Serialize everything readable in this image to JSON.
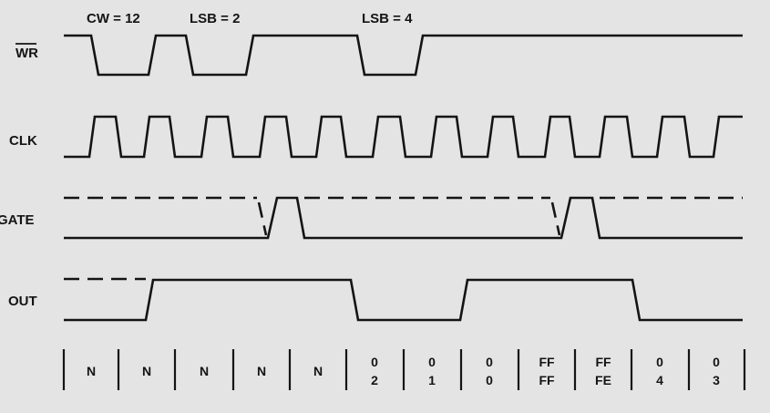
{
  "signals": {
    "wr": "WR",
    "clk": "CLK",
    "gate": "GATE",
    "out": "OUT"
  },
  "annotations": [
    "CW = 12",
    "LSB = 2",
    "LSB = 4"
  ],
  "counter_values": [
    [
      "N"
    ],
    [
      "N"
    ],
    [
      "N"
    ],
    [
      "N"
    ],
    [
      "N"
    ],
    [
      "0",
      "2"
    ],
    [
      "0",
      "1"
    ],
    [
      "0",
      "0"
    ],
    [
      "FF",
      "FF"
    ],
    [
      "FF",
      "FE"
    ],
    [
      "0",
      "4"
    ],
    [
      "0",
      "3"
    ]
  ]
}
